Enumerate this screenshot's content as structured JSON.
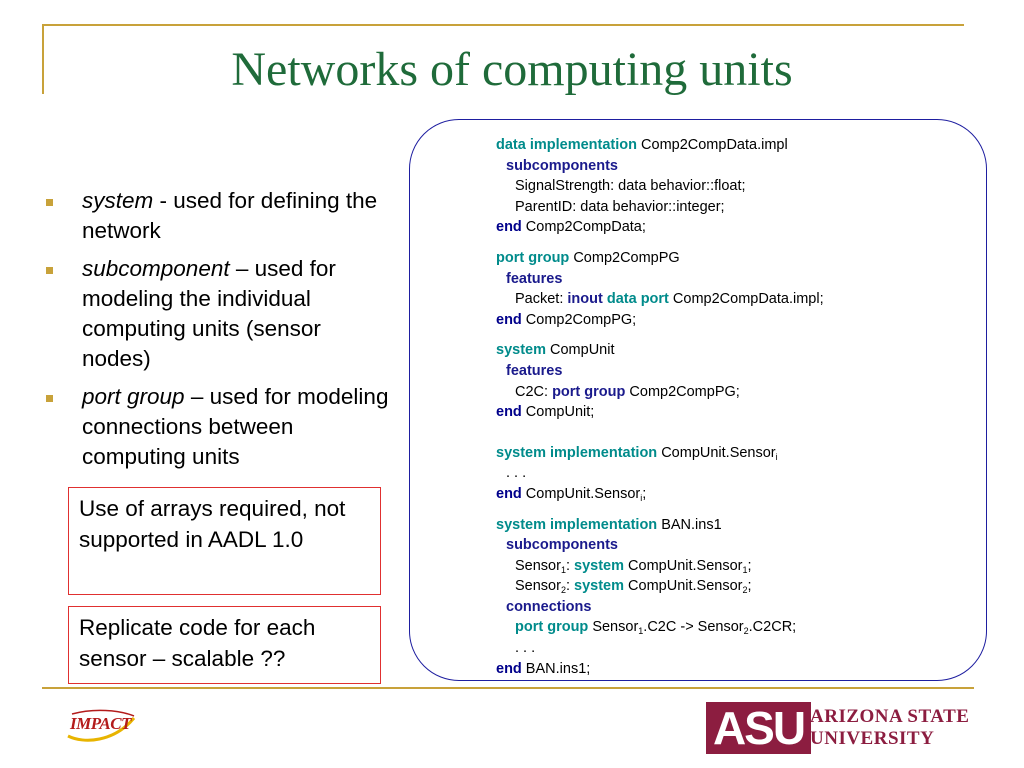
{
  "slide": {
    "title": "Networks of computing units"
  },
  "bullets": [
    {
      "term": "system",
      "rest": " - used for defining the network"
    },
    {
      "term": "subcomponent",
      "rest": " – used for modeling the individual computing units (sensor nodes)"
    },
    {
      "term": "port group",
      "rest": " – used for modeling connections between computing units"
    }
  ],
  "notes": {
    "arrays": "Use of arrays required, not supported in AADL 1.0",
    "replicate": "Replicate code for each sensor – scalable ??"
  },
  "code": {
    "l1_kw": "data implementation",
    "l1_rest": " Comp2CompData.impl",
    "l2_kw": "subcomponents",
    "l3": "SignalStrength: data behavior::float;",
    "l4": "ParentID: data behavior::integer;",
    "l5_kw": "end",
    "l5_rest": " Comp2CompData;",
    "l6_kw": "port group",
    "l6_rest": " Comp2CompPG",
    "l7_kw": "features",
    "l8_a": "Packet: ",
    "l8_kw1": "inout",
    "l8_kw2": " data port",
    "l8_rest": " Comp2CompData.impl;",
    "l9_kw": "end",
    "l9_rest": " Comp2CompPG;",
    "l10_kw": "system",
    "l10_rest": " CompUnit",
    "l11_kw": "features",
    "l12_a": "C2C: ",
    "l12_kw": "port group",
    "l12_rest": " Comp2CompPG;",
    "l13_kw": "end",
    "l13_rest": " CompUnit;",
    "l14_kw": "system implementation",
    "l14_rest": " CompUnit.Sensor",
    "l14_sub": "i",
    "l15": ". . .",
    "l16_kw": "end",
    "l16_rest": " CompUnit.Sensor",
    "l16_sub": "i",
    "l16_end": ";",
    "l17_kw": "system implementation",
    "l17_rest": " BAN.ins1",
    "l18_kw": "subcomponents",
    "l19_a": "Sensor",
    "l19_sub": "1",
    "l19_b": ": ",
    "l19_kw": "system",
    "l19_c": " CompUnit.Sensor",
    "l19_sub2": "1",
    "l19_d": ";",
    "l20_a": "Sensor",
    "l20_sub": "2",
    "l20_b": ": ",
    "l20_kw": "system",
    "l20_c": " CompUnit.Sensor",
    "l20_sub2": "2",
    "l20_d": ";",
    "l21_kw": "connections",
    "l22_kw": "port group",
    "l22_a": " Sensor",
    "l22_sub": "1",
    "l22_b": ".C2C -> Sensor",
    "l22_sub2": "2",
    "l22_c": ".C2CR;",
    "l23": ". . .",
    "l24_kw": "end",
    "l24_rest": " BAN.ins1;"
  },
  "logos": {
    "impact": "IMPACT",
    "asu_mark": "ASU",
    "asu_line1": "ARIZONA STATE",
    "asu_line2": "UNIVERSITY"
  },
  "colors": {
    "title": "#1f6b3a",
    "accent_gold": "#c8a23a",
    "keyword_teal": "#008b8b",
    "keyword_navy": "#1a1a8c",
    "note_border": "#e03030",
    "code_border": "#1e1ea0",
    "asu_maroon": "#8c1d40"
  }
}
